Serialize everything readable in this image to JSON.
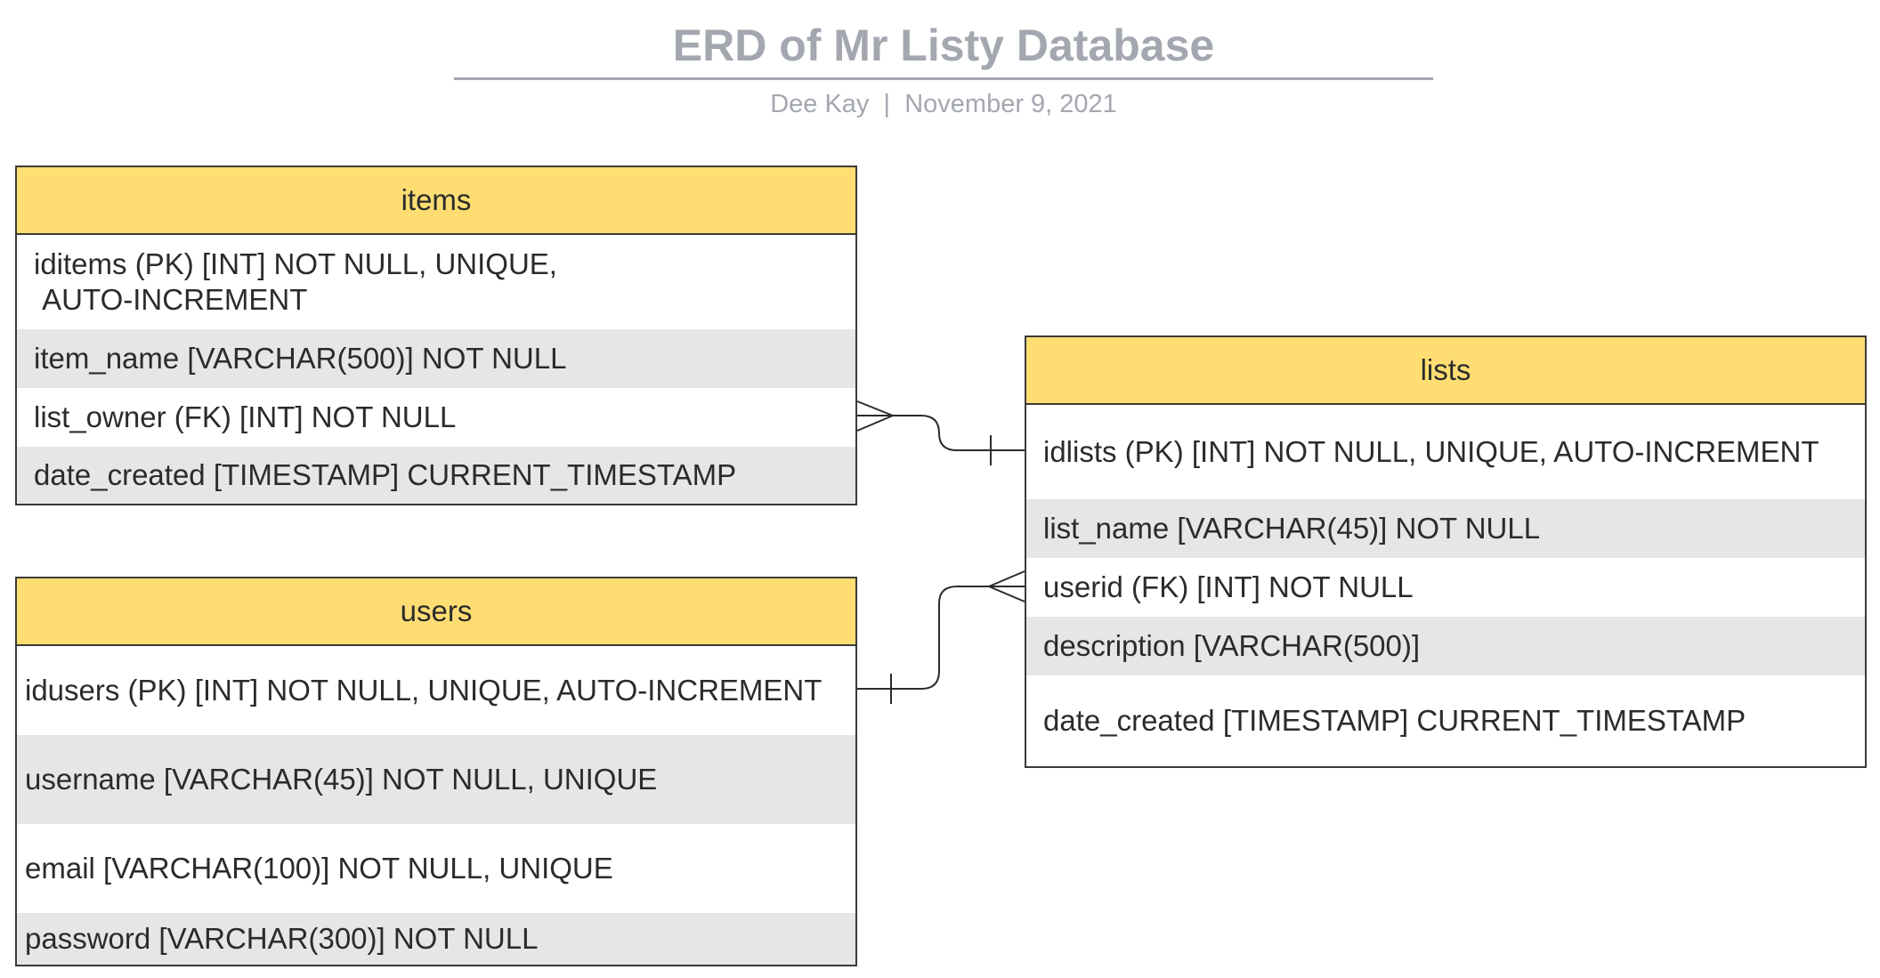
{
  "header": {
    "title": "ERD of Mr Listy Database",
    "author": "Dee Kay",
    "separator": "|",
    "date": "November 9, 2021"
  },
  "entities": {
    "items": {
      "name": "items",
      "fields": [
        "iditems (PK) [INT] NOT NULL, UNIQUE,\n AUTO-INCREMENT",
        "item_name [VARCHAR(500)] NOT NULL",
        "list_owner (FK) [INT] NOT NULL",
        "date_created [TIMESTAMP] CURRENT_TIMESTAMP"
      ]
    },
    "users": {
      "name": "users",
      "fields": [
        "idusers (PK) [INT] NOT NULL, UNIQUE, AUTO-INCREMENT",
        "username [VARCHAR(45)] NOT NULL, UNIQUE",
        "email [VARCHAR(100)] NOT NULL, UNIQUE",
        "password [VARCHAR(300)] NOT NULL"
      ]
    },
    "lists": {
      "name": "lists",
      "fields": [
        "idlists (PK) [INT] NOT NULL, UNIQUE, AUTO-INCREMENT",
        "list_name [VARCHAR(45)] NOT NULL",
        "userid (FK) [INT] NOT NULL",
        "description [VARCHAR(500)]",
        "date_created [TIMESTAMP] CURRENT_TIMESTAMP"
      ]
    }
  },
  "relationships": [
    {
      "from": "items.list_owner",
      "from_cardinality": "many",
      "to": "lists.idlists",
      "to_cardinality": "one"
    },
    {
      "from": "users.idusers",
      "from_cardinality": "one",
      "to": "lists.userid",
      "to_cardinality": "many"
    }
  ],
  "colors": {
    "header_fill": "#fedd72",
    "alt_row_fill": "#e6e6e6",
    "title_gray": "#a3a7af",
    "border": "#3a3a3a"
  }
}
